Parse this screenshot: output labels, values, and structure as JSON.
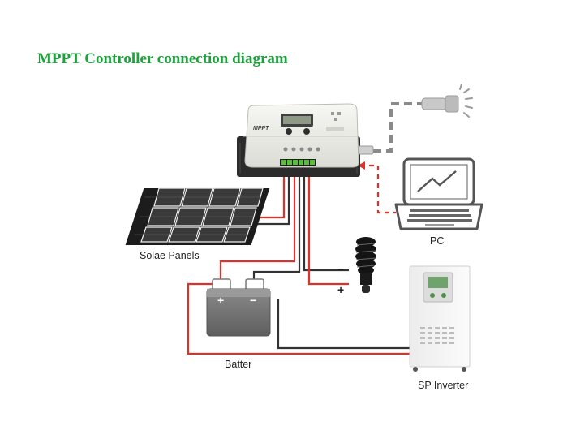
{
  "title": "MPPT Controller connection diagram",
  "controller": {
    "brand_text": "MPPT"
  },
  "labels": {
    "solar_panels": "Solae Panels",
    "pc": "PC",
    "battery": "Batter",
    "inverter": "SP Inverter"
  },
  "battery_terminals": {
    "positive": "+",
    "negative": "−"
  },
  "load_terminals": {
    "negative": "−",
    "positive": "+"
  },
  "colors": {
    "title": "#1aa33a",
    "positive_wire": "#e0302a",
    "negative_wire": "#333333",
    "signal_dashed": "#e0302a",
    "usb_dashed": "#8a8a8a"
  }
}
